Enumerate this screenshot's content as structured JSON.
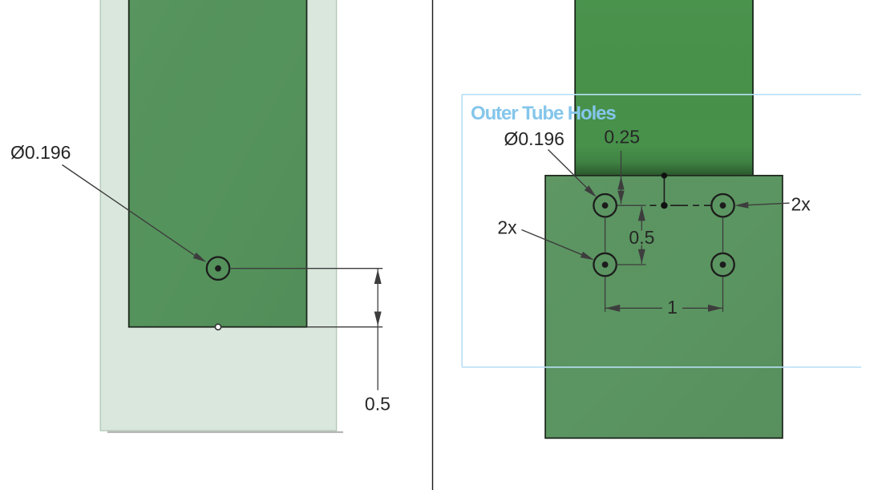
{
  "colors": {
    "background": "#ffffff",
    "divider": "#1a1a1a",
    "ghost_tube_fill": "#d9e7dc",
    "ghost_tube_outline": "#b5c9b8",
    "ghost_shadow": "#989898",
    "left_tube_fill": "#55935c",
    "inner_tube_fill": "#47914a",
    "outer_tube_fill": "#5b9561",
    "part_outline": "#1e291e",
    "dim_line": "#3d3d3d",
    "dim_text": "#262626",
    "hole_outline": "#1c1c1c",
    "vertex_dot_fill": "#ffffff",
    "selection_border": "#b9dff5",
    "selection_title": "#85c6eb"
  },
  "left_view": {
    "diameter_label": "Ø0.196",
    "edge_distance_label": "0.5"
  },
  "right_view": {
    "selection_title": "Outer Tube Holes",
    "diameter_label": "Ø0.196",
    "top_offset_label": "0.25",
    "vertical_spacing_label": "0.5",
    "horizontal_spacing_label": "1",
    "count_label_left": "2x",
    "count_label_right": "2x"
  }
}
